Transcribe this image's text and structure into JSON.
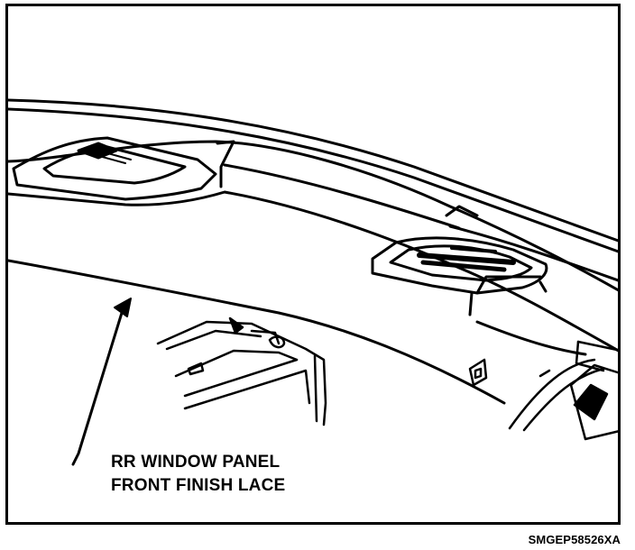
{
  "callout": {
    "line1": "RR WINDOW PANEL",
    "line2": "FRONT FINISH LACE"
  },
  "figure_code": "SMGEP58526XA",
  "colors": {
    "line": "#000000",
    "background": "#ffffff"
  }
}
